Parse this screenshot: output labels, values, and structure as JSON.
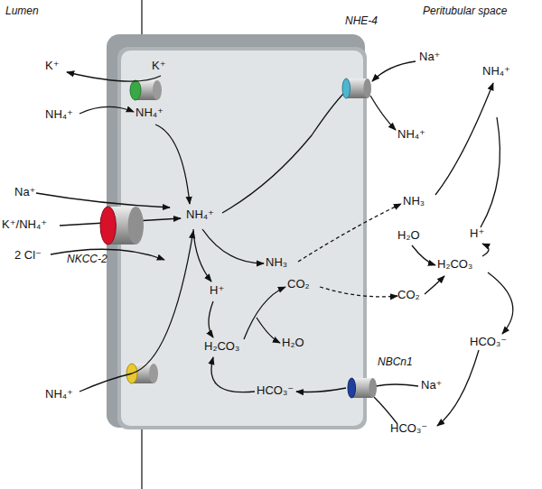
{
  "diagram": {
    "nodes": [
      {
        "text": [
          "NKCC-2"
        ]
      },
      {
        "text": [
          "NHE-4"
        ]
      },
      {
        "text": [
          "NBCn1"
        ]
      }
    ],
    "labels": [
      "Lumen",
      "Peritubular space",
      "K⁺",
      "K⁺",
      "NH₄⁺",
      "NH₄⁺",
      "Na⁺",
      "K⁺/NH₄⁺",
      "2 Cl⁻",
      "NH₄⁺",
      "H⁺",
      "NH₃",
      "CO₂",
      "H₂CO₃",
      "H₂O",
      "HCO₃⁻",
      "NH₄⁺",
      "Na⁺",
      "NH₄⁺",
      "NH₄⁺",
      "NH₃",
      "H₂O",
      "H⁺",
      "H₂CO₃",
      "CO₂",
      "HCO₃⁻",
      "Na⁺",
      "HCO₃⁻"
    ]
  }
}
